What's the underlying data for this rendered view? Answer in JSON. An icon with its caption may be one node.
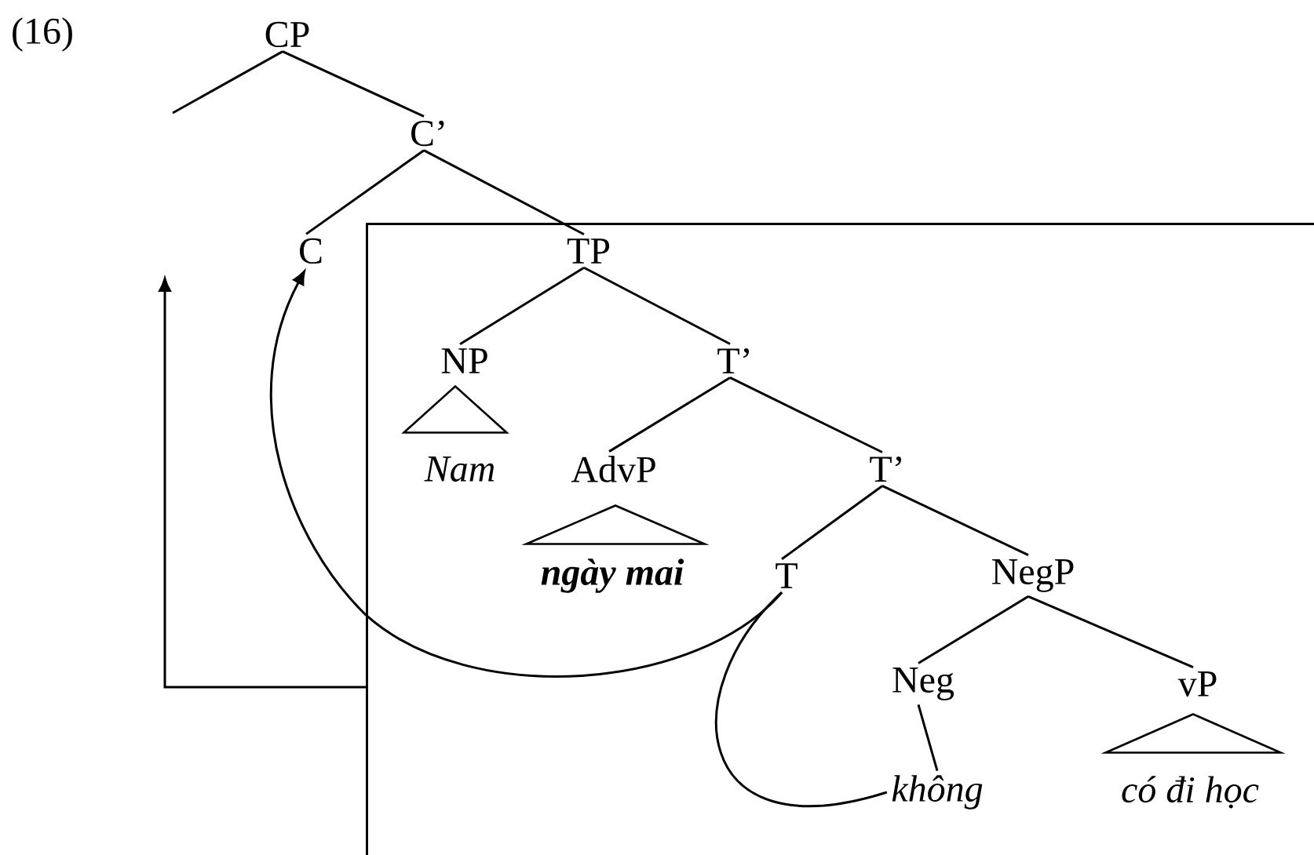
{
  "diagram": {
    "nodes": [
      {
        "text": [
          "CP"
        ]
      },
      {
        "text": [
          "C’"
        ]
      },
      {
        "text": [
          "C"
        ]
      },
      {
        "text": [],
        "shape": "box"
      },
      {
        "text": [
          "TP"
        ],
        "in": 3
      },
      {
        "text": [
          "NP"
        ],
        "in": 3
      },
      {
        "text": [
          "T’"
        ],
        "in": 3
      },
      {
        "text": [
          "Nam"
        ],
        "in": 3
      },
      {
        "text": [
          "AdvP"
        ],
        "in": 3
      },
      {
        "text": [
          "T’"
        ],
        "in": 3
      },
      {
        "text": [
          "ngày mai"
        ],
        "in": 3
      },
      {
        "text": [
          "T"
        ],
        "in": 3
      },
      {
        "text": [
          "NegP"
        ],
        "in": 3
      },
      {
        "text": [
          "Neg"
        ],
        "in": 3
      },
      {
        "text": [
          "vP"
        ],
        "in": 3
      },
      {
        "text": [
          "không"
        ],
        "in": 3
      },
      {
        "text": [
          "có đi học"
        ],
        "in": 3
      },
      {
        "text": [],
        "shape": "triangle",
        "in": 3
      },
      {
        "text": [],
        "shape": "triangle",
        "in": 3
      },
      {
        "text": [],
        "shape": "triangle",
        "in": 3
      }
    ],
    "edges": [
      {
        "from": 0,
        "to": null,
        "arrow": "none"
      },
      {
        "from": 0,
        "to": 1,
        "arrow": "none"
      },
      {
        "from": 1,
        "to": 2,
        "arrow": "none"
      },
      {
        "from": 1,
        "to": 4,
        "arrow": "none"
      },
      {
        "from": 4,
        "to": 5,
        "arrow": "none"
      },
      {
        "from": 4,
        "to": 6,
        "arrow": "none"
      },
      {
        "from": 6,
        "to": 8,
        "arrow": "none"
      },
      {
        "from": 6,
        "to": 9,
        "arrow": "none"
      },
      {
        "from": 9,
        "to": 11,
        "arrow": "none"
      },
      {
        "from": 9,
        "to": 12,
        "arrow": "none"
      },
      {
        "from": 12,
        "to": 13,
        "arrow": "none"
      },
      {
        "from": 12,
        "to": 14,
        "arrow": "none"
      },
      {
        "from": 13,
        "to": 15,
        "arrow": "none"
      },
      {
        "from": 11,
        "to": 2,
        "arrow": "to"
      },
      {
        "from": 11,
        "to": 15,
        "arrow": "none"
      },
      {
        "from": 3,
        "to": null,
        "arrow": "to"
      }
    ],
    "labels": [
      "(16)"
    ]
  }
}
